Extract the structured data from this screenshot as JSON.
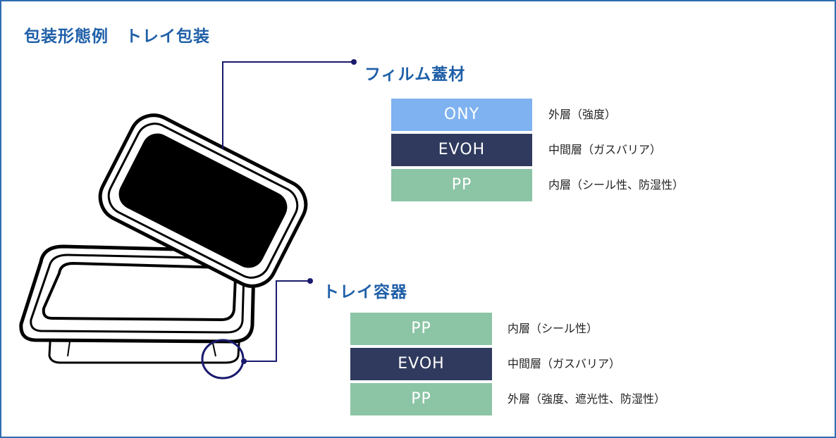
{
  "title": "包装形態例　トレイ包装",
  "film": {
    "label": "フィルム蓋材",
    "layers": [
      {
        "name": "ONY",
        "desc": "外層（強度）",
        "color": "#7fb2f0"
      },
      {
        "name": "EVOH",
        "desc": "中間層（ガスバリア）",
        "color": "#2f3a5e"
      },
      {
        "name": "PP",
        "desc": "内層（シール性、防湿性）",
        "color": "#8cc4a6"
      }
    ]
  },
  "tray": {
    "label": "トレイ容器",
    "layers": [
      {
        "name": "PP",
        "desc": "内層（シール性）",
        "color": "#8cc4a6"
      },
      {
        "name": "EVOH",
        "desc": "中間層（ガスバリア）",
        "color": "#2f3a5e"
      },
      {
        "name": "PP",
        "desc": "外層（強度、遮光性、防湿性）",
        "color": "#8cc4a6"
      }
    ]
  },
  "colors": {
    "accent": "#1f5fa8",
    "leader": "#1a1a6e",
    "frame": "#2e6cb0"
  }
}
